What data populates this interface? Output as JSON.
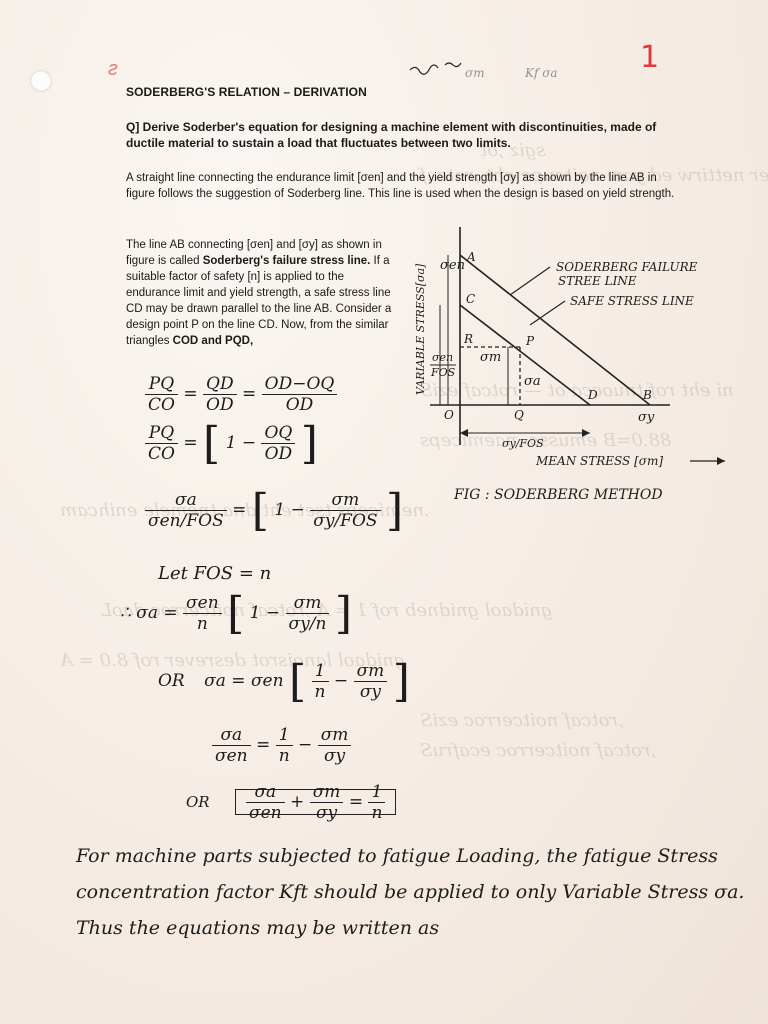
{
  "page_number": "1",
  "title": "SODERBERG'S RELATION – DERIVATION",
  "question": "Q] Derive Soderber's equation for designing a machine element with discontinuities, made of ductile material to sustain a load that fluctuates between two limits.",
  "para1": "A straight line connecting the endurance limit [σen] and the yield strength [σy] as shown by the line AB in figure follows the suggestion of Soderberg line. This line is used when the design is based on yield strength.",
  "para2": {
    "part1": "The line AB connecting [σen] and [σy] as shown in figure is called ",
    "bold1": "Soderberg's failure stress line.",
    "part2": " If a suitable factor of safety [n] is applied to the endurance limit and yield strength, a safe stress line CD may be drawn parallel to the line AB. Consider a design point P on the line CD. Now, from the similar triangles ",
    "bold2": "COD and PQD,"
  },
  "diagram": {
    "ylabel": "VARIABLE STRESS[σa]",
    "xlabel": "MEAN STRESS [σm]",
    "caption": "FIG : SODERBERG METHOD",
    "failure_line": "SODERBERG FAILURE STREE LINE",
    "failure_line_1": "SODERBERG FAILURE",
    "failure_line_2": "STREE LINE",
    "safe_line": "SAFE STRESS LINE",
    "points": {
      "A": "A",
      "B": "B",
      "C": "C",
      "D": "D",
      "O": "O",
      "P": "P",
      "Q": "Q",
      "R": "R"
    },
    "sigma_en": "σen",
    "sigma_en_fos_num": "σen",
    "sigma_en_fos_den": "FOS",
    "sigma_m": "σm",
    "sigma_a": "σa",
    "sigma_y": "σy",
    "sigma_y_fos": "σy/FOS"
  },
  "equations": {
    "eq1": {
      "l_num": "PQ",
      "l_den": "CO",
      "m_num": "QD",
      "m_den": "OD",
      "r_num": "OD−OQ",
      "r_den": "OD"
    },
    "eq2": {
      "l_num": "PQ",
      "l_den": "CO",
      "one": "1 −",
      "r_num": "OQ",
      "r_den": "OD"
    },
    "eq3": {
      "l_num": "σa",
      "l_den": "σen/FOS",
      "one": "1 −",
      "r_num": "σm",
      "r_den": "σy/FOS"
    },
    "let": "Let FOS = n",
    "eq4": {
      "therefore": "∴",
      "lhs": "σa =",
      "f_num": "σen",
      "f_den": "n",
      "one": "1 −",
      "r_num": "σm",
      "r_den": "σy/n"
    },
    "eq5": {
      "or": "OR",
      "lhs": "σa = σen",
      "f_num": "1",
      "f_den": "n",
      "minus": "−",
      "r_num": "σm",
      "r_den": "σy"
    },
    "eq6": {
      "l_num": "σa",
      "l_den": "σen",
      "eq": "=",
      "f_num": "1",
      "f_den": "n",
      "minus": "−",
      "r_num": "σm",
      "r_den": "σy"
    },
    "eq7": {
      "or": "OR",
      "a_num": "σa",
      "a_den": "σen",
      "plus": "+",
      "b_num": "σm",
      "b_den": "σy",
      "eq": "=",
      "c_num": "1",
      "c_den": "n"
    }
  },
  "closing": "For machine parts subjected to fatigue Loading, the fatigue Stress concentration factor Kft should be applied to only Variable Stress σa. Thus the equations may be written as"
}
